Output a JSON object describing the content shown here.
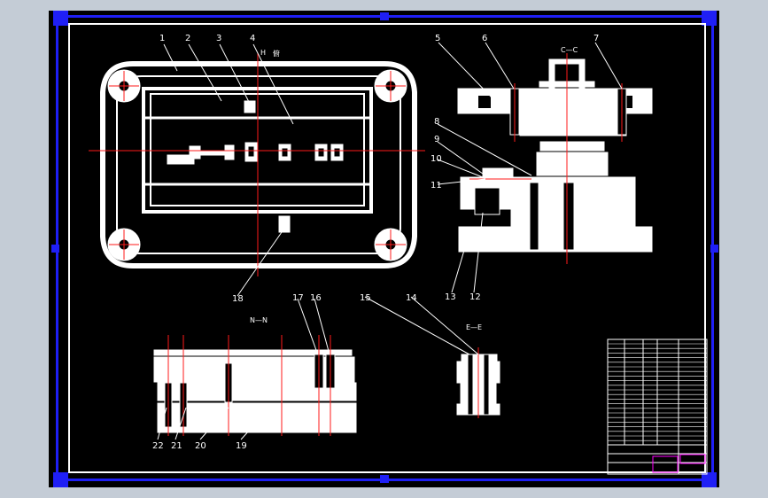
{
  "colors": {
    "background": "#c4ccd6",
    "sheet": "#000000",
    "border_blue": "#1f1ff5",
    "drawing": "#ffffff",
    "center_line": "#ff1a1a",
    "title_accent": "#ff00ff"
  },
  "part_labels": [
    "1",
    "2",
    "3",
    "4",
    "5",
    "6",
    "7",
    "8",
    "9",
    "10",
    "11",
    "12",
    "13",
    "14",
    "15",
    "16",
    "17",
    "18",
    "19",
    "20",
    "21",
    "22"
  ],
  "view_labels": {
    "top_view": "俯",
    "c_section": "C—C",
    "n_section": "N—N",
    "e_section": "E—E"
  },
  "dimension_marks": {
    "top_view_h": "H"
  }
}
